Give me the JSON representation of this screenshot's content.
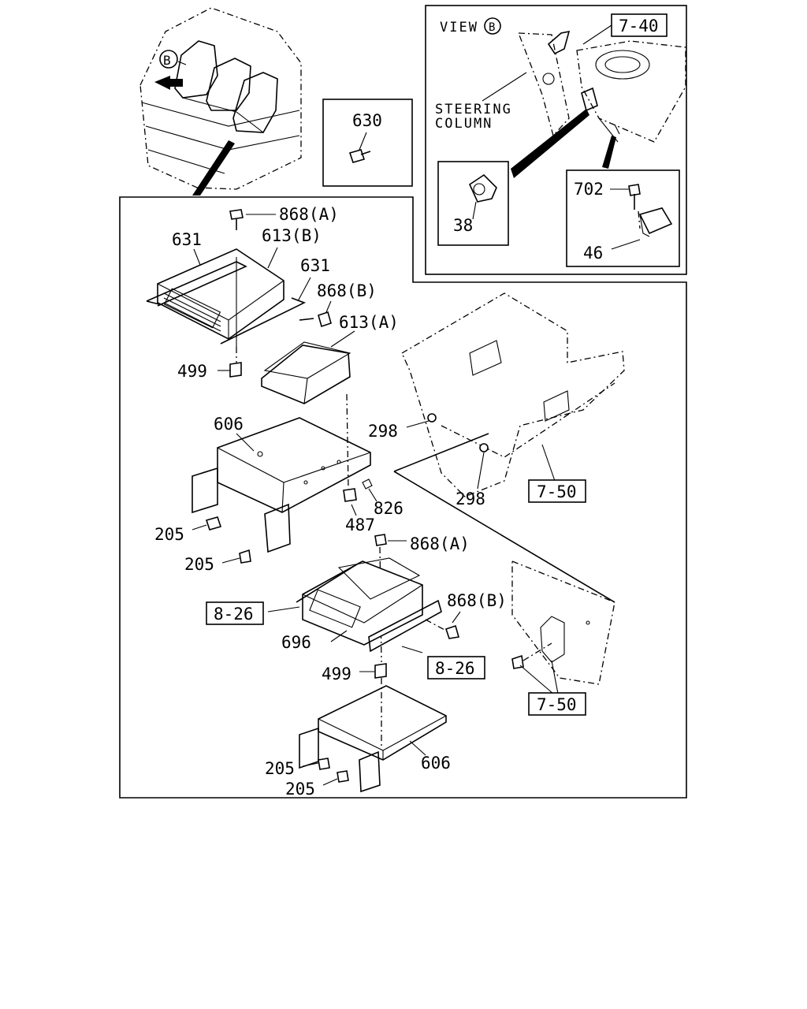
{
  "view_box": {
    "title": "VIEW",
    "view_letter": "B",
    "steering_line1": "STEERING",
    "steering_line2": "COLUMN",
    "ref_7_40": "7-40",
    "part_38": "38",
    "part_702": "702",
    "part_46": "46"
  },
  "cab": {
    "view_letter": "B"
  },
  "detail_630": {
    "part": "630"
  },
  "labels": {
    "p868a_top": "868(A)",
    "p631_left": "631",
    "p613b": "613(B)",
    "p631_right": "631",
    "p868b_top": "868(B)",
    "p613a": "613(A)",
    "p499_top": "499",
    "p606_top": "606",
    "p298_left": "298",
    "p298_right": "298",
    "p826": "826",
    "p487": "487",
    "p205_a": "205",
    "p205_b": "205",
    "p868a_low": "868(A)",
    "p868b_low": "868(B)",
    "p696": "696",
    "p499_low": "499",
    "p606_low": "606",
    "p205_c": "205",
    "p205_d": "205"
  },
  "refs": {
    "r7_50_top": "7-50",
    "r8_26_left": "8-26",
    "r8_26_right": "8-26",
    "r7_50_low": "7-50"
  }
}
